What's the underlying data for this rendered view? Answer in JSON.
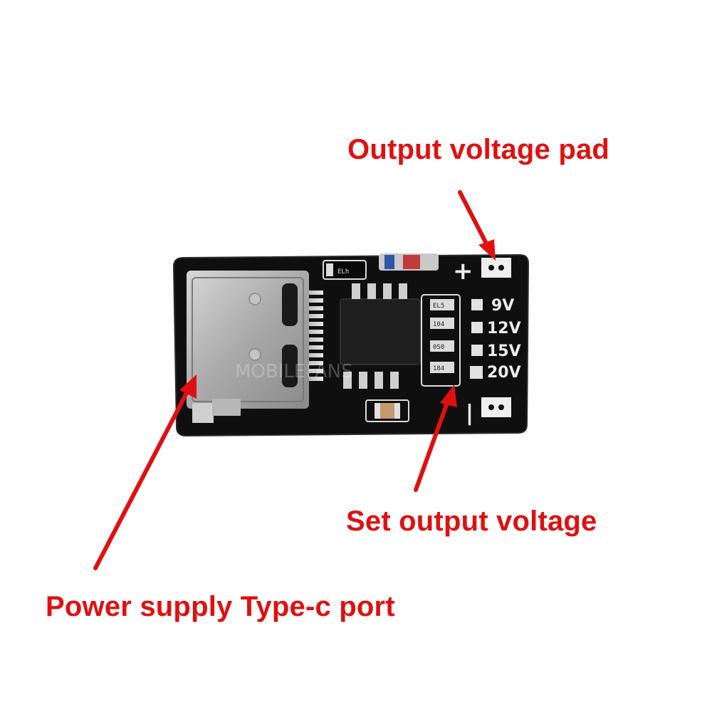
{
  "callouts": {
    "output_pad": "Output voltage pad",
    "set_voltage": "Set output voltage",
    "power_port": "Power supply Type-c port"
  },
  "board": {
    "voltage_options": [
      "9V",
      "12V",
      "15V",
      "20V"
    ],
    "plus_sign": "+",
    "minus_sign": "|",
    "chip_markings": [
      "ELh",
      "EL5",
      "104",
      "0S0",
      "184"
    ]
  },
  "watermark": "MOBILEFANS",
  "colors": {
    "callout": "#e01010",
    "pcb": "#141414",
    "silkscreen": "#ececec"
  }
}
